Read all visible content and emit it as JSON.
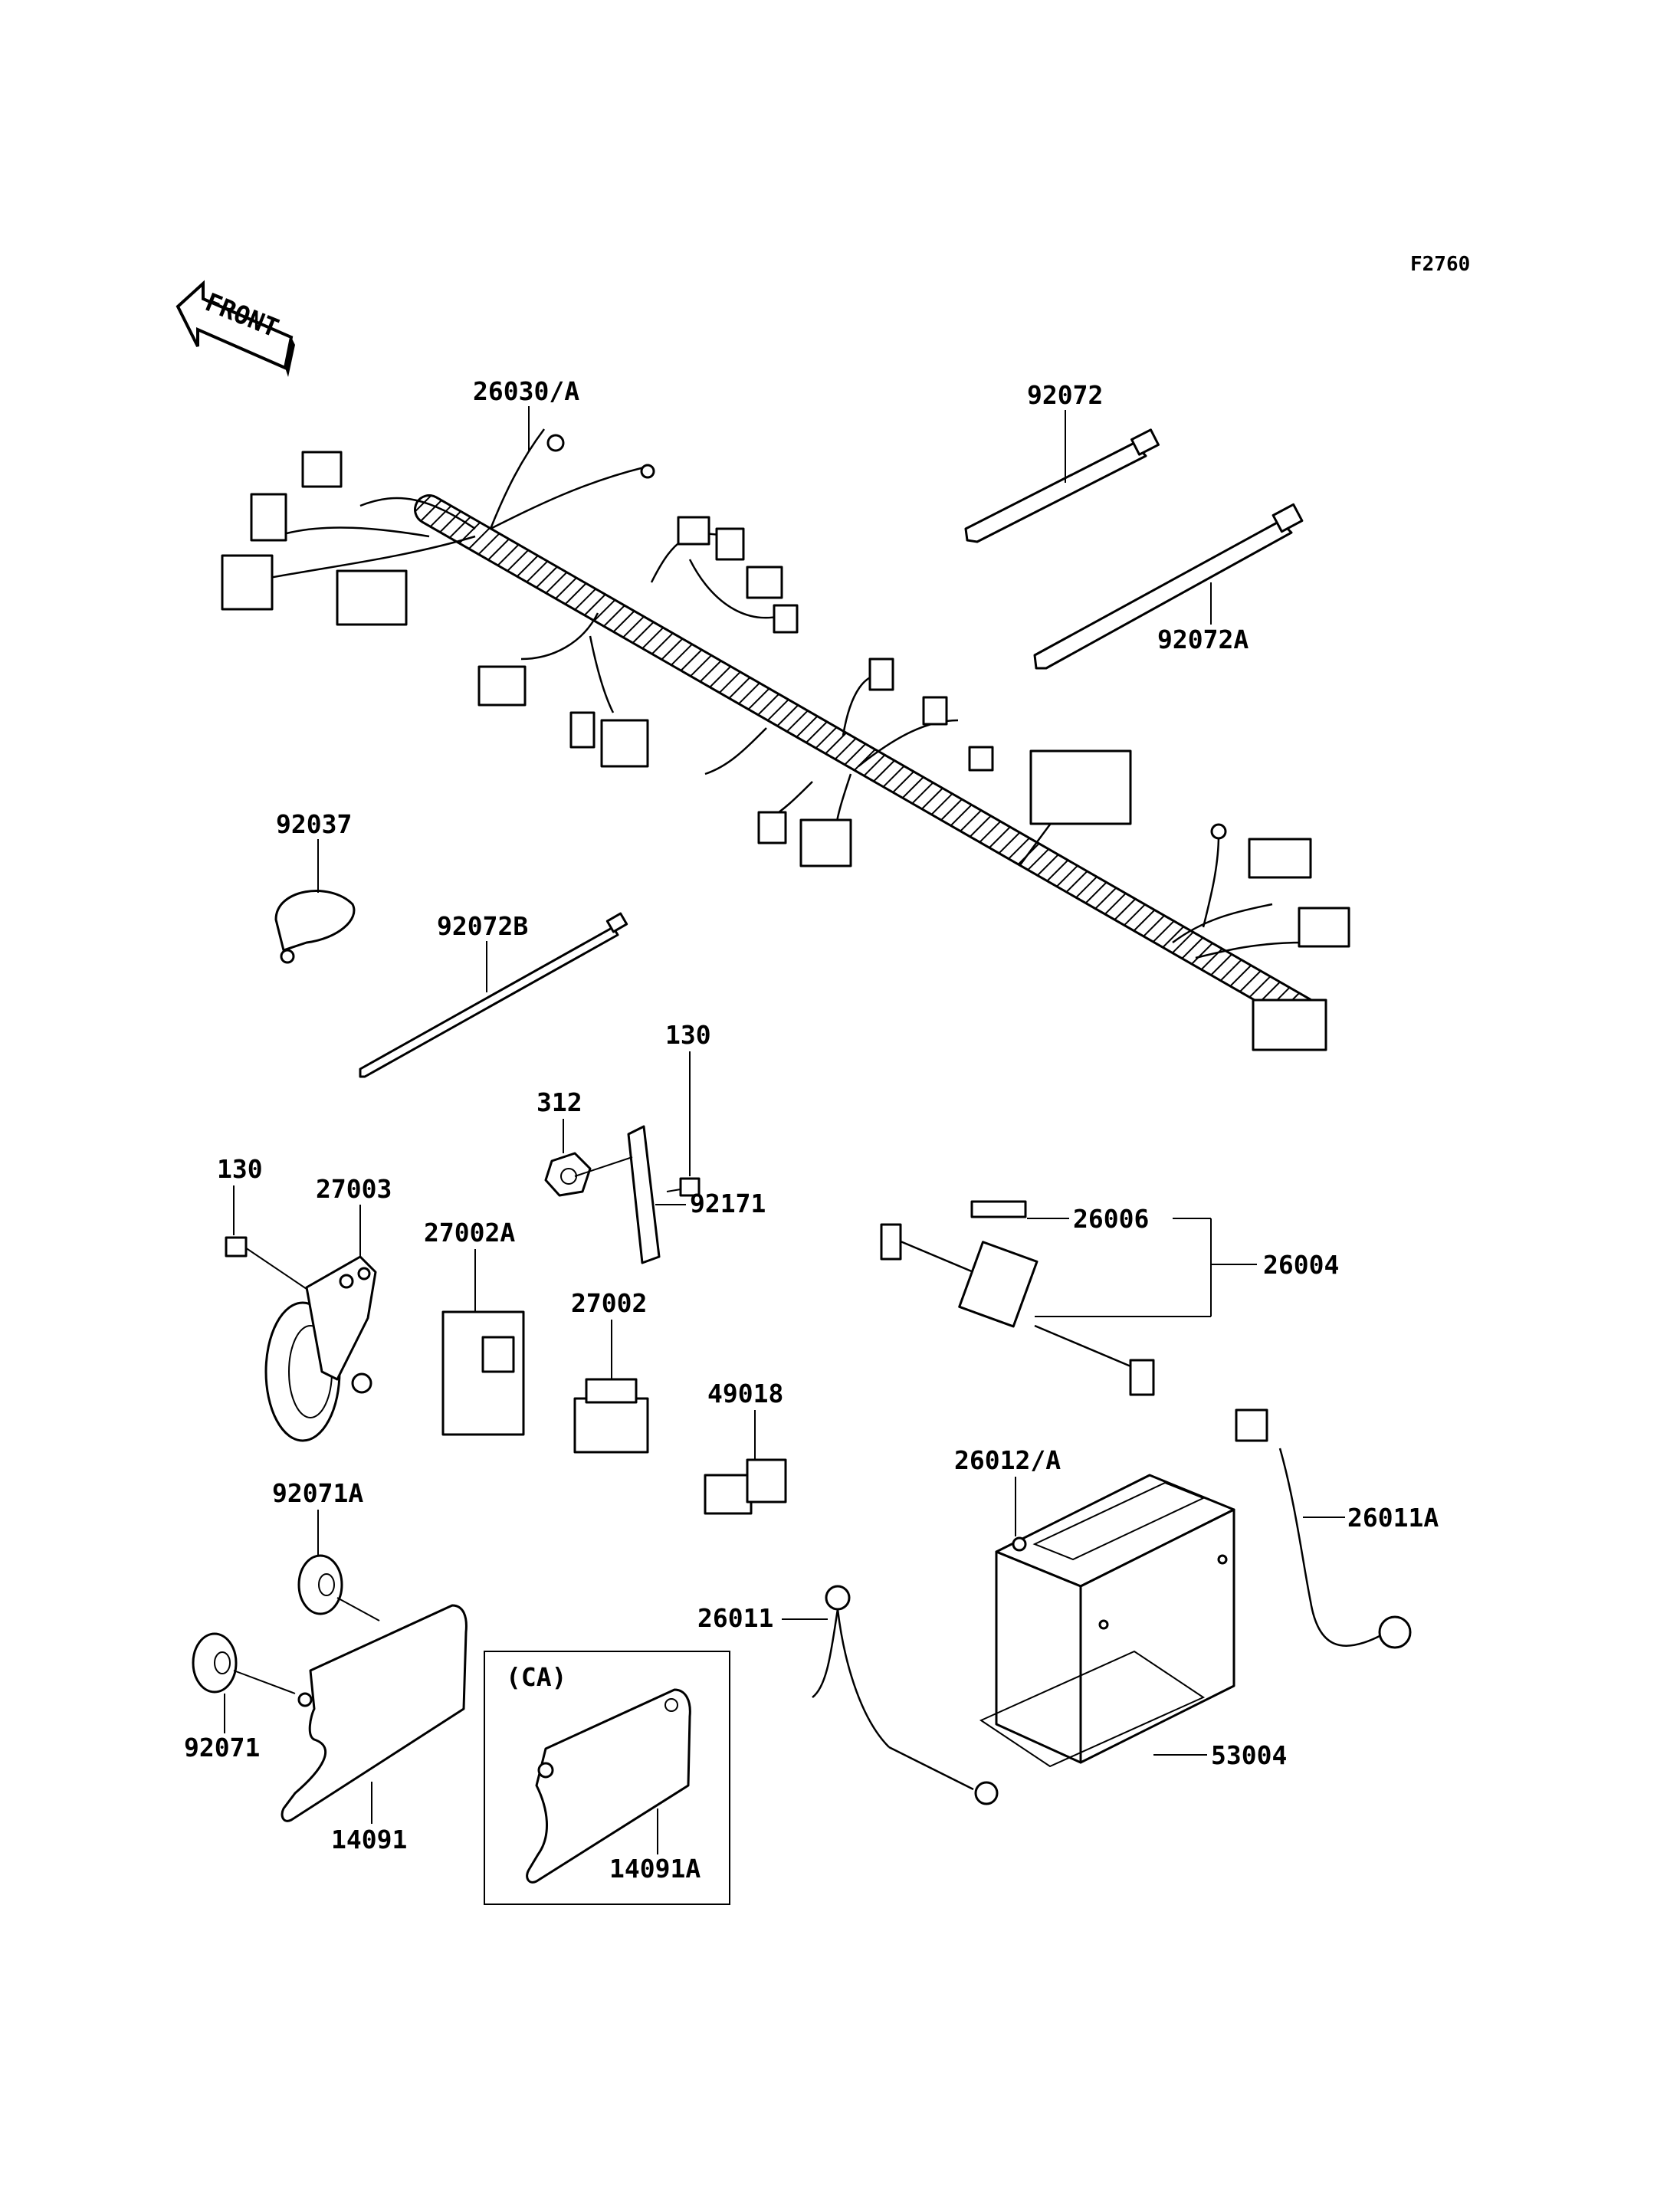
{
  "figure_id": "F2760",
  "front_label": "FRONT",
  "inset_label": "(CA)",
  "parts": {
    "p26030A": "26030/A",
    "p92072": "92072",
    "p92072A": "92072A",
    "p92037": "92037",
    "p92072B": "92072B",
    "p130a": "130",
    "p312": "312",
    "p92171": "92171",
    "p130b": "130",
    "p27003": "27003",
    "p27002A": "27002A",
    "p27002": "27002",
    "p26006": "26006",
    "p26004": "26004",
    "p49018": "49018",
    "p26012A": "26012/A",
    "p26011A": "26011A",
    "p92071A": "92071A",
    "p26011": "26011",
    "p92071": "92071",
    "p14091": "14091",
    "p14091A": "14091A",
    "p53004": "53004"
  }
}
